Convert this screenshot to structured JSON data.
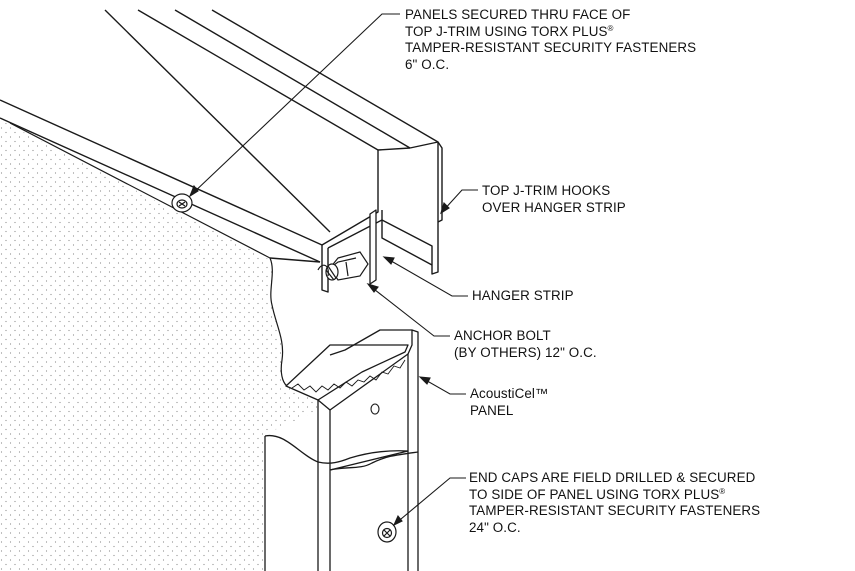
{
  "diagram": {
    "callouts": {
      "panel_fasteners": {
        "line1": "PANELS SECURED THRU FACE OF",
        "line2_text": "TOP J-TRIM USING TORX PLUS",
        "line2_mark": "®",
        "line3": "TAMPER-RESISTANT SECURITY FASTENERS",
        "line4": "6\" O.C."
      },
      "top_j_trim": {
        "line1": "TOP J-TRIM HOOKS",
        "line2": "OVER HANGER STRIP"
      },
      "hanger_strip": {
        "line1": "HANGER STRIP"
      },
      "anchor_bolt": {
        "line1": "ANCHOR BOLT",
        "line2": "(BY OTHERS) 12\" O.C."
      },
      "panel": {
        "line1": "AcoustiCel™",
        "line2": "PANEL"
      },
      "end_caps": {
        "line1": "END CAPS ARE FIELD DRILLED & SECURED",
        "line2_text": "TO SIDE OF PANEL USING TORX PLUS",
        "line2_mark": "®",
        "line3": "TAMPER-RESISTANT SECURITY FASTENERS",
        "line4": "24\" O.C."
      }
    },
    "colors": {
      "line": "#1a1a1a",
      "stipple": "#8a8a8a",
      "background": "#ffffff"
    }
  }
}
